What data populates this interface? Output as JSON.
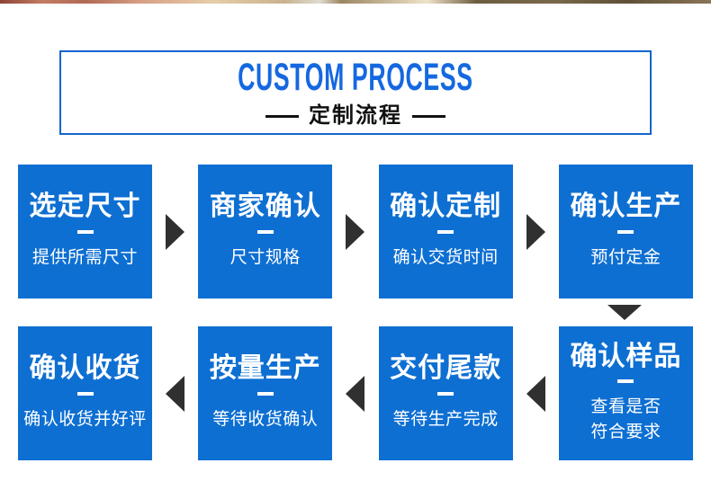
{
  "header": {
    "title_en": "CUSTOM PROCESS",
    "title_zh": "定制流程"
  },
  "colors": {
    "box_blue": "#0e6fd2",
    "title_blue": "#1568e0",
    "border_blue": "#1565ce",
    "arrow_dark": "#303030"
  },
  "steps": [
    {
      "title": "选定尺寸",
      "sub": "提供所需尺寸"
    },
    {
      "title": "商家确认",
      "sub": "尺寸规格"
    },
    {
      "title": "确认定制",
      "sub": "确认交货时间"
    },
    {
      "title": "确认生产",
      "sub": "预付定金"
    },
    {
      "title": "确认样品",
      "sub": "查看是否\n符合要求"
    },
    {
      "title": "交付尾款",
      "sub": "等待生产完成"
    },
    {
      "title": "按量生产",
      "sub": "等待收货确认"
    },
    {
      "title": "确认收货",
      "sub": "确认收货并好评"
    }
  ]
}
